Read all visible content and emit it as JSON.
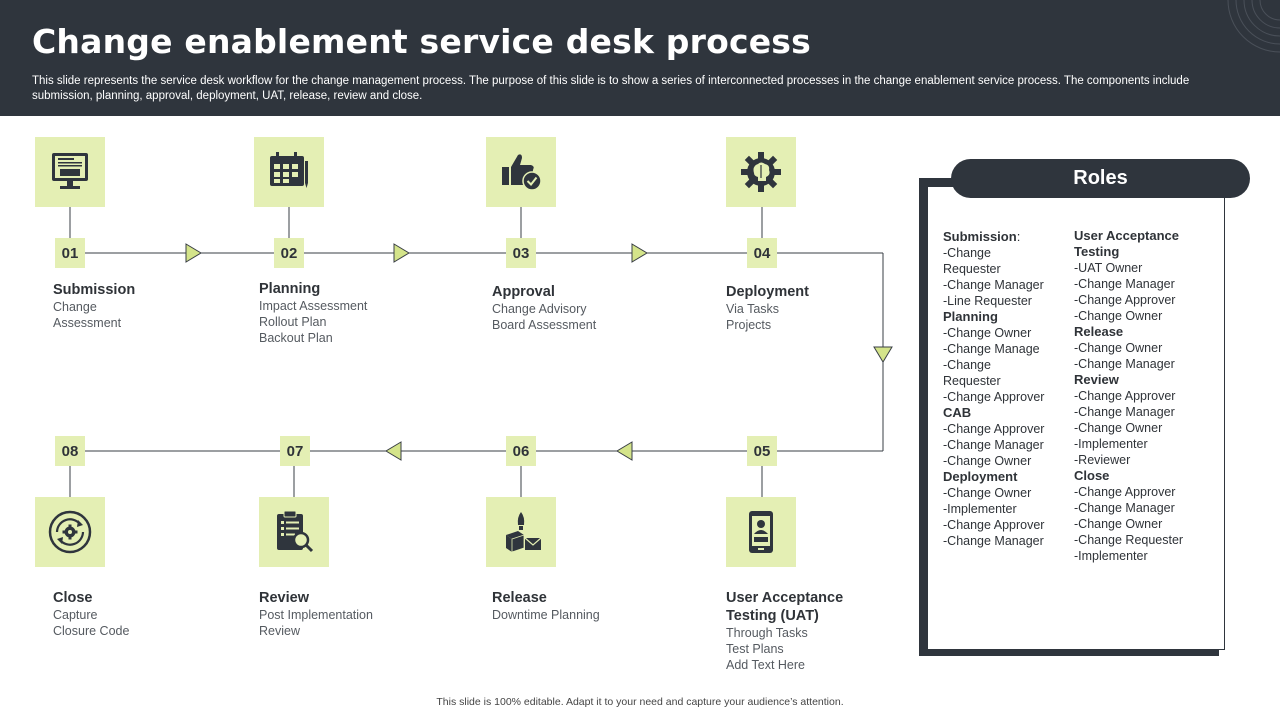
{
  "header": {
    "title": "Change enablement service desk process",
    "description": "This slide represents the service desk workflow for the change management process. The purpose of this slide is to show a series of interconnected processes in the change enablement service process. The components include submission, planning, approval, deployment, UAT, release, review and close."
  },
  "steps": [
    {
      "num": "01",
      "title": "Submission",
      "lines": [
        "Change",
        "Assessment"
      ],
      "icon": "submit-monitor-icon"
    },
    {
      "num": "02",
      "title": "Planning",
      "lines": [
        "Impact Assessment",
        "Rollout Plan",
        "Backout Plan"
      ],
      "icon": "calendar-planning-icon"
    },
    {
      "num": "03",
      "title": "Approval",
      "lines": [
        "Change Advisory",
        "Board Assessment"
      ],
      "icon": "thumbs-up-check-icon"
    },
    {
      "num": "04",
      "title": "Deployment",
      "lines": [
        "Via Tasks",
        "Projects"
      ],
      "icon": "gear-brain-icon"
    },
    {
      "num": "05",
      "title": "User Acceptance Testing (UAT)",
      "lines": [
        "Through Tasks",
        "Test Plans",
        "Add Text Here"
      ],
      "icon": "mobile-user-icon"
    },
    {
      "num": "06",
      "title": "Release",
      "lines": [
        "Downtime Planning"
      ],
      "icon": "rocket-box-icon"
    },
    {
      "num": "07",
      "title": "Review",
      "lines": [
        "Post Implementation",
        "Review"
      ],
      "icon": "clipboard-search-icon"
    },
    {
      "num": "08",
      "title": "Close",
      "lines": [
        "Capture",
        "Closure Code"
      ],
      "icon": "gear-cycle-icon"
    }
  ],
  "roles": {
    "title": "Roles",
    "left": [
      {
        "head": "Submission",
        "suffix": ":",
        "items": "-Change\nRequester\n-Change Manager\n-Line Requester"
      },
      {
        "head": "Planning",
        "suffix": "",
        "items": "-Change Owner\n-Change Manage\n-Change\nRequester\n-Change Approver"
      },
      {
        "head": "CAB",
        "suffix": "",
        "items": "-Change Approver\n-Change Manager\n-Change Owner"
      },
      {
        "head": "Deployment",
        "suffix": "",
        "items": "-Change Owner\n-Implementer\n-Change Approver\n-Change Manager"
      }
    ],
    "right": [
      {
        "head": "User Acceptance\nTesting",
        "suffix": "",
        "items": "-UAT Owner\n-Change Manager\n-Change Approver\n-Change Owner"
      },
      {
        "head": "Release",
        "suffix": "",
        "items": "-Change Owner\n-Change Manager"
      },
      {
        "head": "Review",
        "suffix": "",
        "items": "-Change Approver\n-Change Manager\n-Change Owner\n-Implementer\n-Reviewer"
      },
      {
        "head": "Close",
        "suffix": "",
        "items": "-Change Approver\n-Change Manager\n-Change Owner\n-Change Requester\n-Implementer"
      }
    ]
  },
  "footer": "This slide is 100% editable.  Adapt it to your need and capture your audience’s attention.",
  "colors": {
    "dark": "#2f353d",
    "accent": "#e4efb4",
    "arrow": "#d4e48a"
  }
}
